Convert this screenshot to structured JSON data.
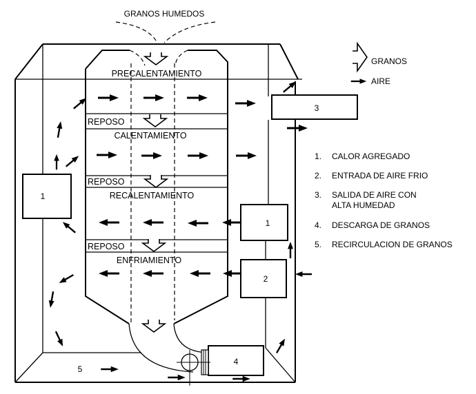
{
  "title": "GRANOS HUMEDOS",
  "colors": {
    "ink": "#000000",
    "background": "#ffffff"
  },
  "stages": [
    {
      "id": "precalentamiento",
      "label": "PRECALENTAMIENTO",
      "air_direction": "right"
    },
    {
      "id": "reposo-1",
      "label": "REPOSO"
    },
    {
      "id": "calentamiento",
      "label": "CALENTAMIENTO",
      "air_direction": "right"
    },
    {
      "id": "reposo-2",
      "label": "REPOSO"
    },
    {
      "id": "recalentamiento",
      "label": "RECALENTAMIENTO",
      "air_direction": "left"
    },
    {
      "id": "reposo-3",
      "label": "REPOSO"
    },
    {
      "id": "enfriamiento",
      "label": "ENFRIAMIENTO",
      "air_direction": "left"
    }
  ],
  "boxes": {
    "left_heater": "1",
    "right_heater": "1",
    "cold_air_inlet": "2",
    "exhaust": "3",
    "discharge": "4",
    "recirculation": "5"
  },
  "legend": {
    "symbols": [
      {
        "icon": "hollow-arrow-icon",
        "label": "GRANOS"
      },
      {
        "icon": "solid-arrow-icon",
        "label": "AIRE"
      }
    ],
    "items": [
      {
        "num": "1.",
        "text": "CALOR AGREGADO"
      },
      {
        "num": "2.",
        "text": "ENTRADA DE AIRE FRIO"
      },
      {
        "num": "3.",
        "text": "SALIDA DE AIRE CON",
        "text2": "ALTA HUMEDAD"
      },
      {
        "num": "4.",
        "text": "DESCARGA DE GRANOS"
      },
      {
        "num": "5.",
        "text": "RECIRCULACION DE GRANOS"
      }
    ]
  }
}
